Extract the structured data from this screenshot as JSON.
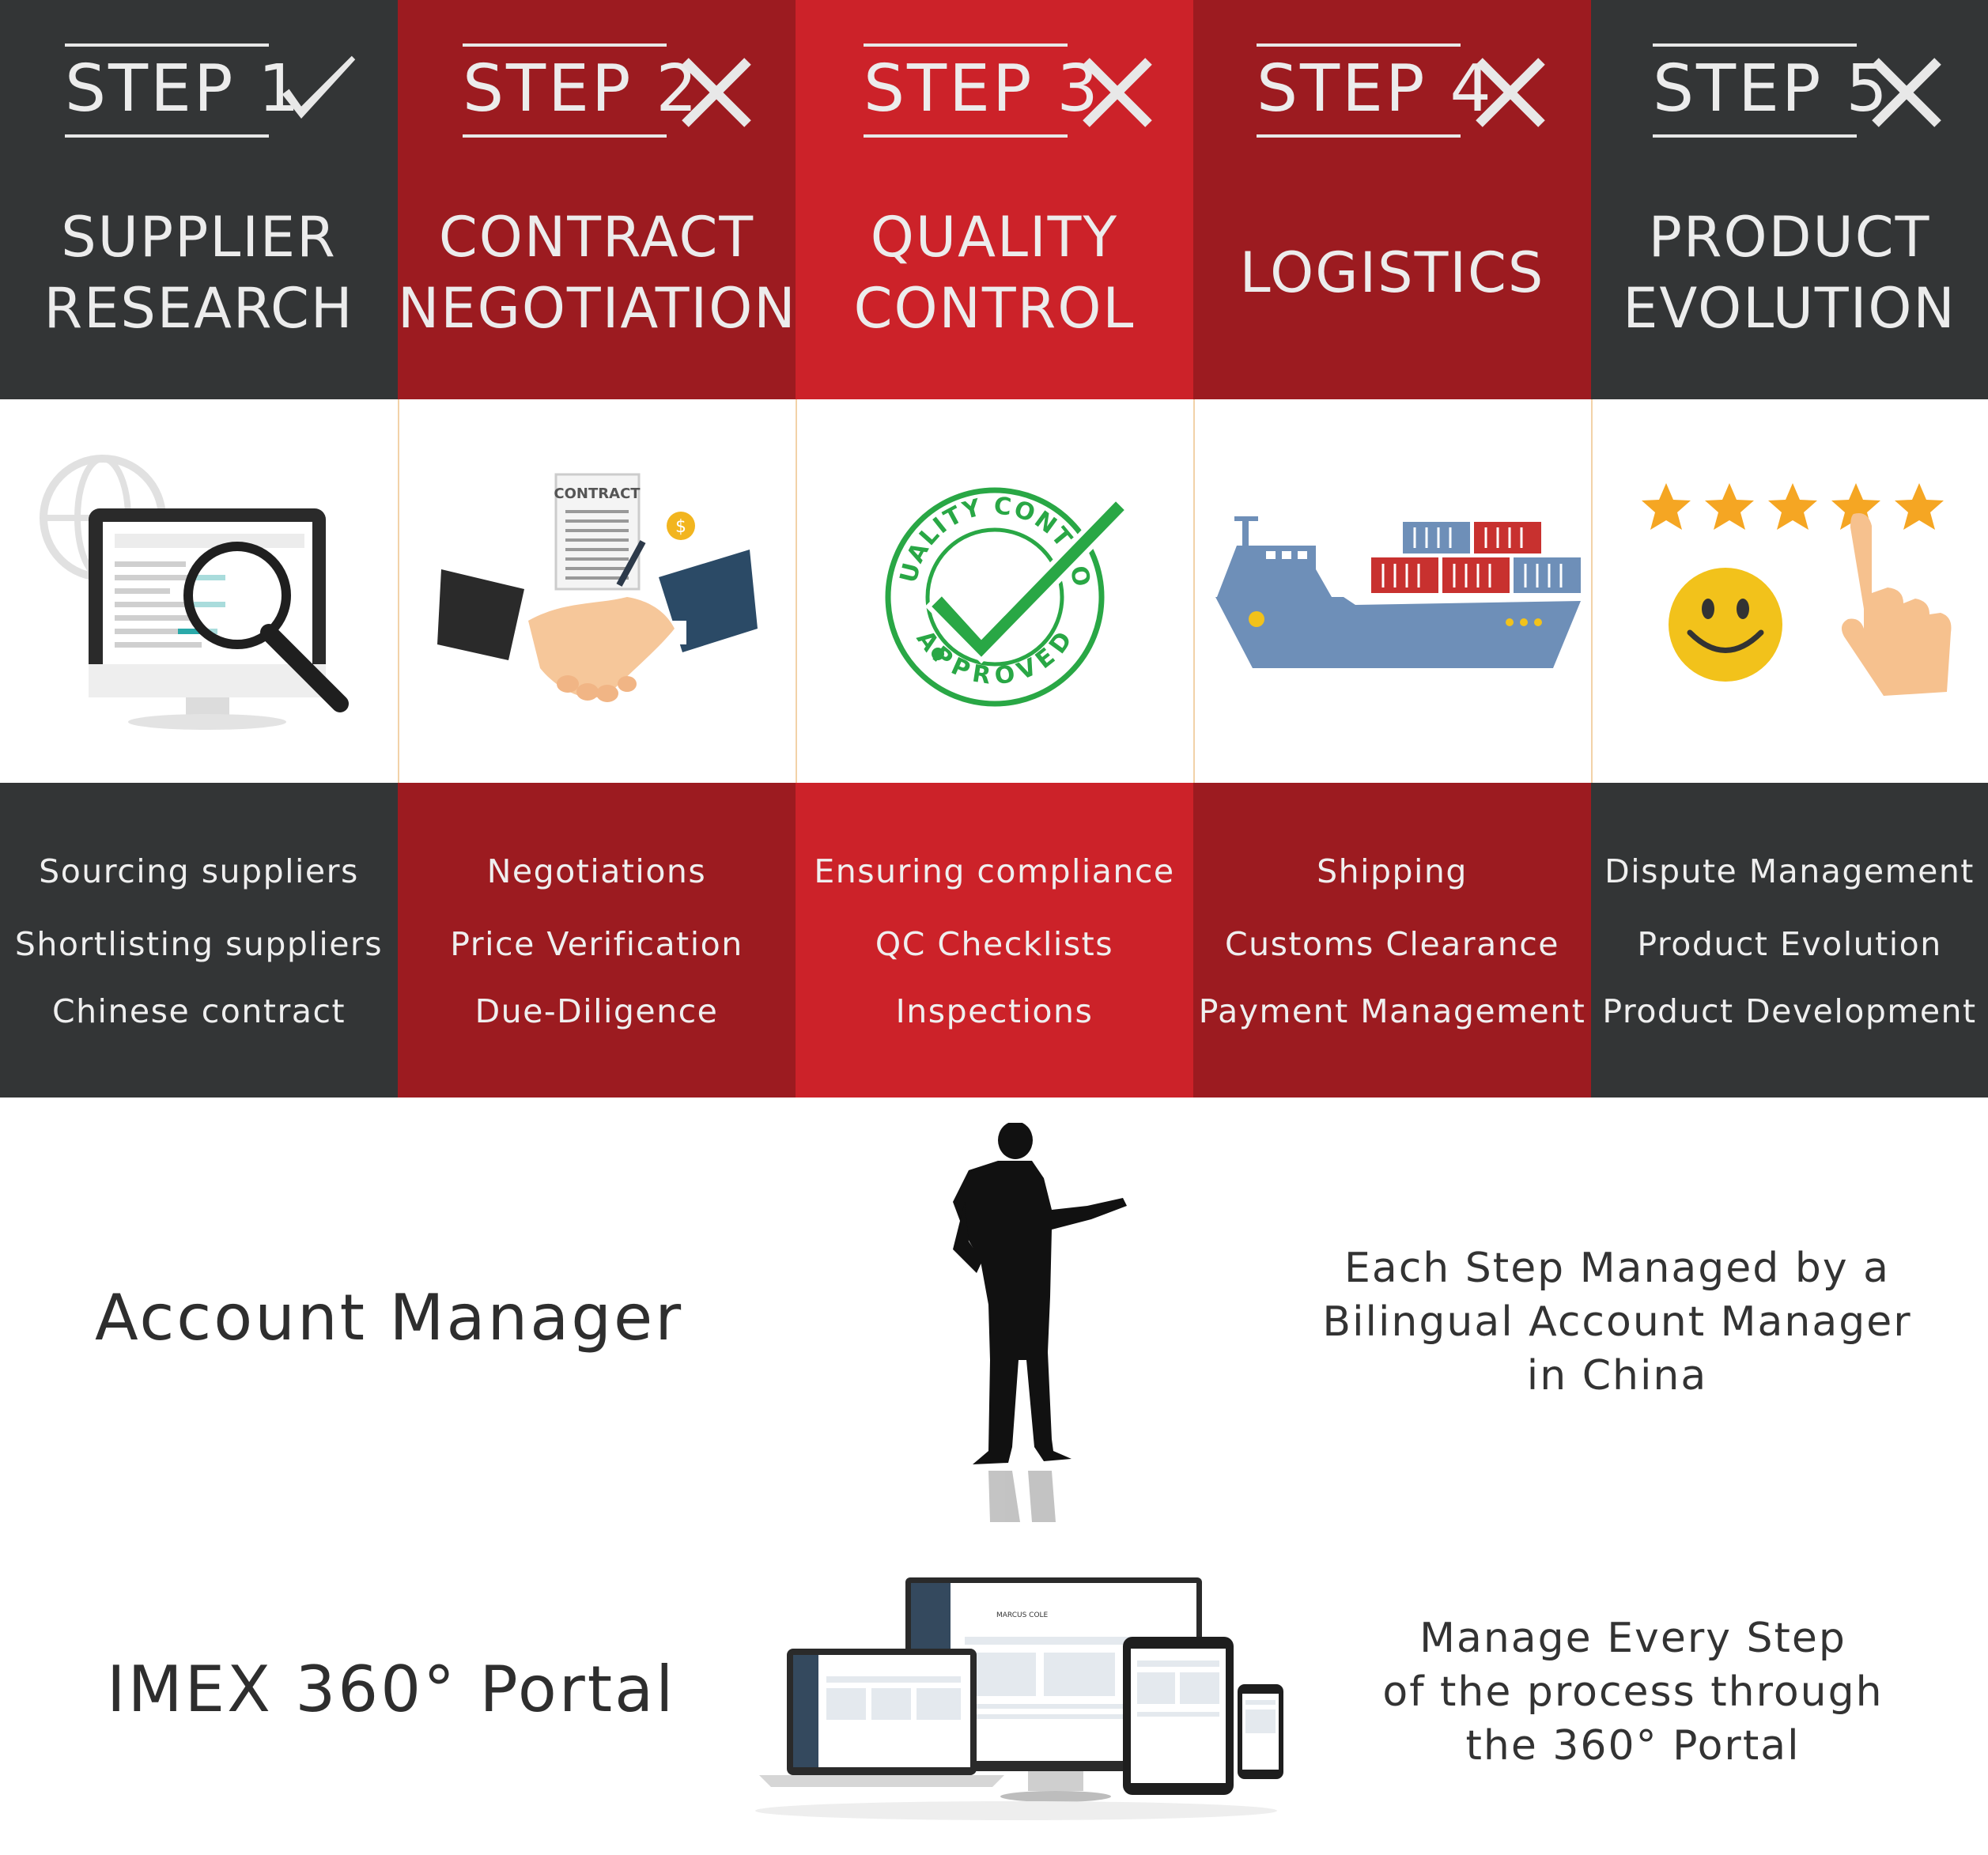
{
  "colors": {
    "charcoal": "#333536",
    "dark_red": "#9c1b20",
    "bright_red": "#cc2229",
    "header_text": "#ececec"
  },
  "steps": [
    {
      "step": "STEP 1",
      "status": "check",
      "title": [
        "SUPPLIER",
        "RESEARCH"
      ],
      "items": [
        "Sourcing suppliers",
        "Shortlisting suppliers",
        "Chinese contract"
      ],
      "icon": "magnifier-monitor-icon"
    },
    {
      "step": "STEP 2",
      "status": "cross",
      "title": [
        "CONTRACT",
        "NEGOTIATION"
      ],
      "items": [
        "Negotiations",
        "Price Verification",
        "Due-Diligence"
      ],
      "icon": "handshake-contract-icon",
      "icon_text": "CONTRACT"
    },
    {
      "step": "STEP 3",
      "status": "cross",
      "title": [
        "QUALITY",
        "CONTROL"
      ],
      "items": [
        "Ensuring compliance",
        "QC Checklists",
        "Inspections"
      ],
      "icon": "quality-approved-stamp-icon",
      "stamp_top": "QUALITY CONTROL",
      "stamp_bottom": "APPROVED"
    },
    {
      "step": "STEP 4",
      "status": "cross",
      "title": [
        "LOGISTICS"
      ],
      "items": [
        "Shipping",
        "Customs Clearance",
        "Payment Management"
      ],
      "icon": "cargo-ship-icon"
    },
    {
      "step": "STEP 5",
      "status": "cross",
      "title": [
        "PRODUCT",
        "EVOLUTION"
      ],
      "items": [
        "Dispute Management",
        "Product Evolution",
        "Product Development"
      ],
      "icon": "stars-rating-icon",
      "stars": 5
    }
  ],
  "account_manager": {
    "label": "Account Manager",
    "description": [
      "Each Step Managed by a",
      "Bilingual Account Manager",
      "in China"
    ],
    "icon": "businessman-silhouette-icon"
  },
  "portal": {
    "label": "IMEX 360° Portal",
    "description": [
      "Manage Every Step",
      "of the process through",
      "the 360° Portal"
    ],
    "icon": "responsive-devices-icon",
    "screen_name": "MARCUS COLE"
  }
}
